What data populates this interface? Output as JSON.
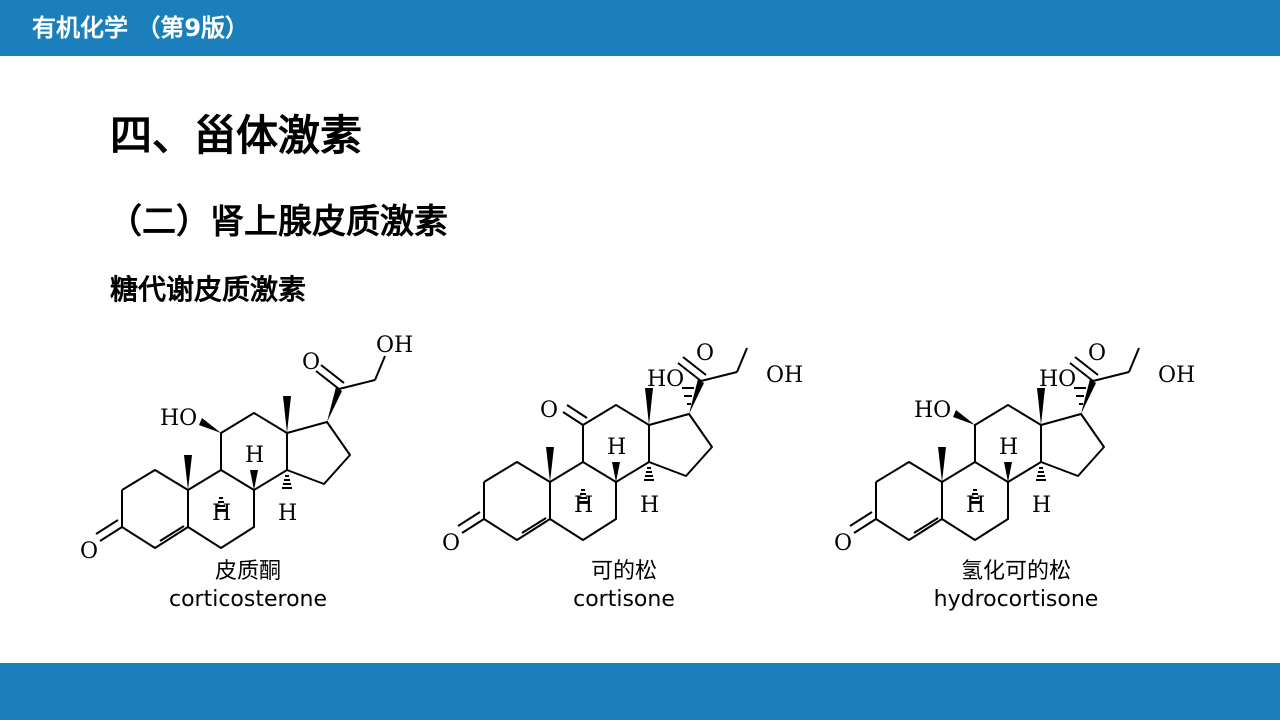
{
  "header": {
    "book_title": "有机化学 （第9版）"
  },
  "section": {
    "title": "四、甾体激素",
    "subtitle": "（二）肾上腺皮质激素",
    "topic": "糖代谢皮质激素"
  },
  "atoms": {
    "oxygen": "O",
    "hydroxyl": "OH",
    "hydroxyl_left": "HO",
    "hydrogen": "H"
  },
  "compounds": [
    {
      "name_zh": "皮质酮",
      "name_en": "corticosterone"
    },
    {
      "name_zh": "可的松",
      "name_en": "cortisone"
    },
    {
      "name_zh": "氢化可的松",
      "name_en": "hydrocortisone"
    }
  ],
  "colors": {
    "bar": "#1a7fbb",
    "text": "#000000"
  }
}
